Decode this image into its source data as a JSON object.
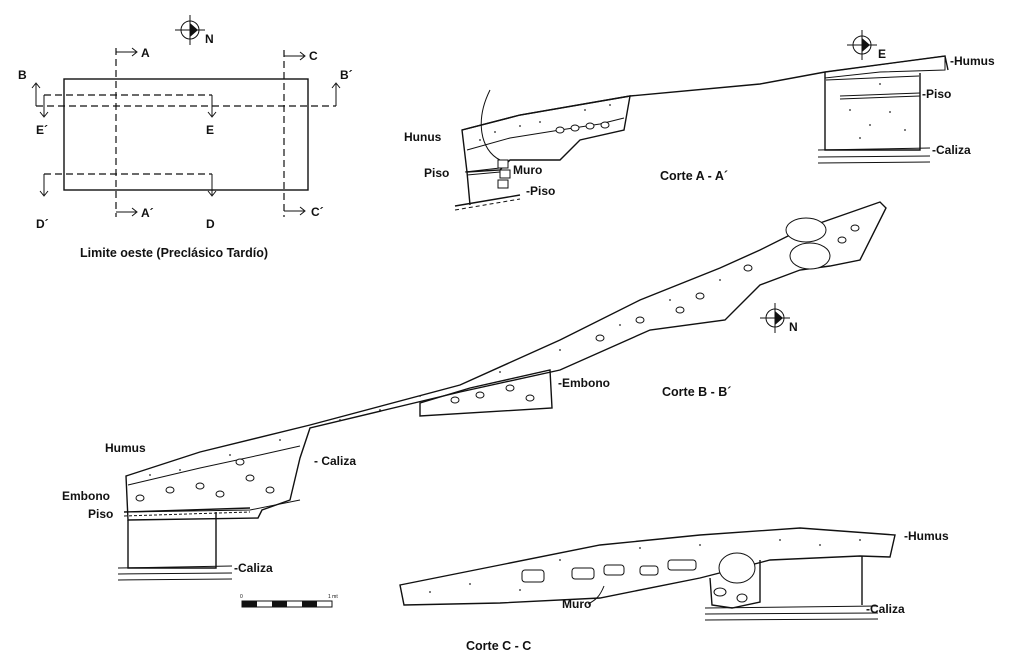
{
  "plan": {
    "caption": "Limite oeste (Preclásico Tardío)",
    "markers": {
      "A": "A",
      "A_prime": "A´",
      "B": "B",
      "B_prime": "B´",
      "C": "C",
      "C_prime": "C´",
      "D": "D",
      "D_prime": "D´",
      "E": "E",
      "E_prime": "E´"
    },
    "north_label": "N"
  },
  "section_aa": {
    "title": "Corte A - A´",
    "north_label": "E",
    "labels": {
      "humus": "-Humus",
      "hunus": "Hunus",
      "piso_left": "Piso",
      "muro": "Muro",
      "piso_lower": "-Piso",
      "piso_right": "-Piso",
      "caliza": "-Caliza"
    }
  },
  "section_bb": {
    "title": "Corte B - B´",
    "north_label": "N",
    "labels": {
      "embono_top": "-Embono",
      "humus": "Humus",
      "caliza_mid": "- Caliza",
      "embono_left": "Embono",
      "piso": "Piso",
      "caliza_bottom": "-Caliza"
    }
  },
  "section_cc": {
    "title": "Corte C - C",
    "labels": {
      "humus": "-Humus",
      "muro": "Muro",
      "caliza": "-Caliza"
    }
  },
  "scale_bar": {
    "start_label": "0",
    "end_label": "1 mt"
  }
}
